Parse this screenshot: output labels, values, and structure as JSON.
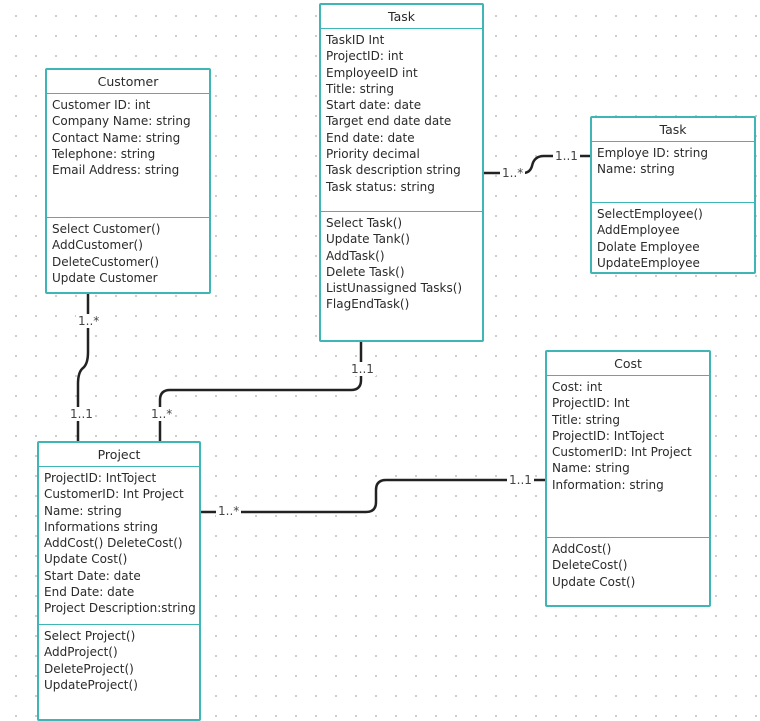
{
  "classes": {
    "task": {
      "title": "Task",
      "attributes": [
        "TaskID Int",
        "ProjectID: int",
        "EmployeeID int",
        "Title: string",
        "Start date: date",
        "Target end date date",
        "End date: date",
        "Priority decimal",
        "Task description string",
        "Task status: string"
      ],
      "operations": [
        "Select Task()",
        "Update Tank()",
        "AddTask()",
        "Delete Task()",
        "ListUnassigned Tasks()",
        "FlagEndTask()"
      ]
    },
    "customer": {
      "title": "Customer",
      "attributes": [
        "Customer ID: int",
        "Company Name: string",
        "Contact Name: string",
        "Telephone: string",
        "Email Address: string"
      ],
      "operations": [
        "Select Customer()",
        "AddCustomer()",
        "DeleteCustomer()",
        "Update Customer"
      ]
    },
    "employee": {
      "title": "Task",
      "attributes": [
        "Employe ID: string",
        "Name: string"
      ],
      "operations": [
        "SelectEmployee()",
        "AddEmployee",
        "Dolate Employee",
        "UpdateEmployee"
      ]
    },
    "cost": {
      "title": "Cost",
      "attributes": [
        "Cost: int",
        "ProjectID: Int",
        "Title: string",
        "ProjectID: IntToject",
        "CustomerID: Int Project",
        "Name: string",
        "Information: string"
      ],
      "operations": [
        "AddCost()",
        "DeleteCost()",
        "Update Cost()"
      ]
    },
    "project": {
      "title": "Project",
      "attributes": [
        "ProjectID: IntToject",
        "CustomerID: Int Project",
        "Name: string",
        "Informations string",
        "AddCost() DeleteCost()",
        "Update Cost()",
        "Start Date: date",
        "End Date: date",
        "Project Description:string"
      ],
      "operations": [
        "Select Project()",
        "AddProject()",
        "DeleteProject()",
        "UpdateProject()"
      ]
    }
  },
  "multiplicities": {
    "task_employee_task_end": "1..*",
    "task_employee_employee_end": "1..1",
    "customer_project_customer_end": "1..*",
    "customer_project_project_end": "1..1",
    "task_project_task_end": "1..1",
    "task_project_project_end": "1..*",
    "project_cost_project_end": "1..*",
    "project_cost_cost_end": "1..1"
  },
  "colors": {
    "box_border": "#3fb5b5",
    "connector": "#222222",
    "grid_dot": "#c9c9c9"
  }
}
